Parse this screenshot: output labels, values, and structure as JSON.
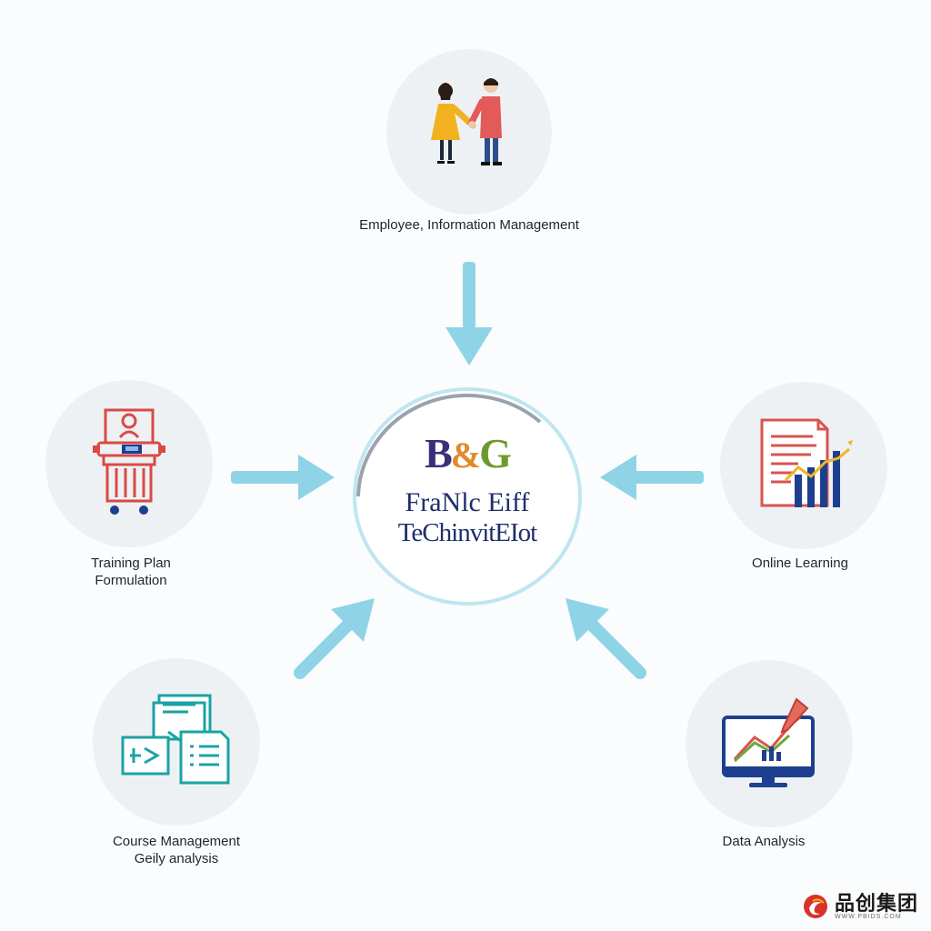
{
  "nodes": {
    "employee": {
      "label": "Employee, Information Management",
      "icon": "handshake-people-icon"
    },
    "training": {
      "label_line1": "Training Plan",
      "label_line2": "Formulation",
      "icon": "training-kiosk-icon"
    },
    "online": {
      "label": "Online Learning",
      "icon": "document-chart-icon"
    },
    "course": {
      "label_line1": "Course Management",
      "label_line2": "Geily analysis",
      "icon": "course-documents-icon"
    },
    "data": {
      "label": "Data Analysis",
      "icon": "monitor-chart-icon"
    }
  },
  "center": {
    "logo_b": "B",
    "logo_amp": "&",
    "logo_g": "G",
    "line1": "FraNlc Eiff",
    "line2": "TeChinvitEIot"
  },
  "brand": {
    "name": "品创集团",
    "url": "WWW.PBIDS.COM",
    "icon": "brand-swirl-icon"
  },
  "colors": {
    "arrow": "#8fd4e6",
    "node_bg": "#eef1f4",
    "navy": "#1d3f8f",
    "red": "#d9534f",
    "teal": "#1aa3a3"
  }
}
